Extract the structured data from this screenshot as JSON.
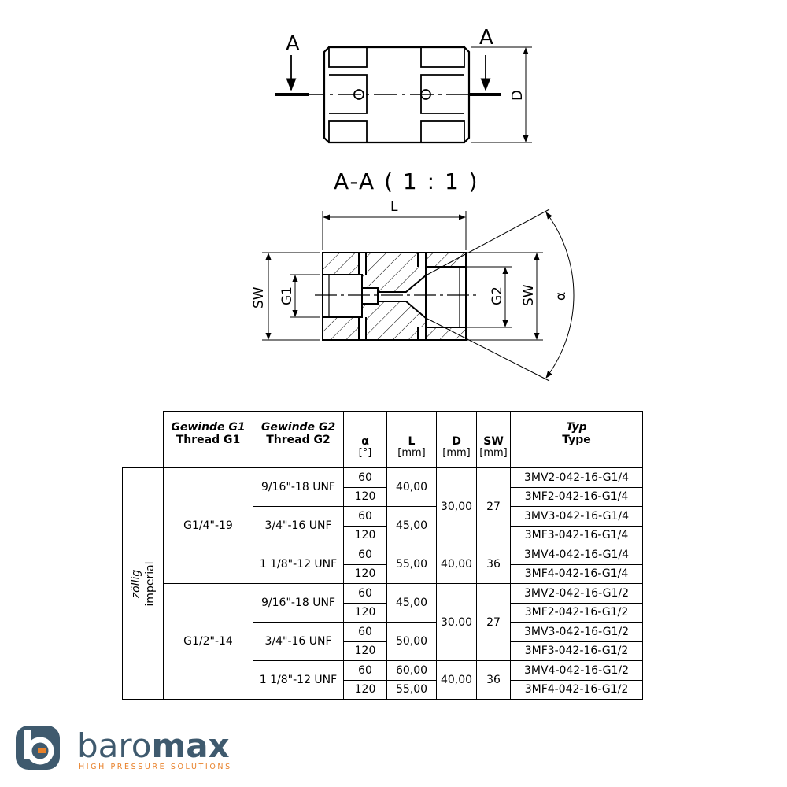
{
  "drawing": {
    "section_marker_left": "A",
    "section_marker_right": "A",
    "dim_D": "D",
    "section_title": "A-A ( 1 : 1 )",
    "dim_L": "L",
    "dim_SW_left": "SW",
    "dim_G1": "G1",
    "dim_G2": "G2",
    "dim_SW_right": "SW",
    "dim_alpha": "α"
  },
  "table": {
    "headers": {
      "g1_de": "Gewinde G1",
      "g1_en": "Thread G1",
      "g2_de": "Gewinde G2",
      "g2_en": "Thread G2",
      "alpha": "α",
      "alpha_unit": "[°]",
      "L": "L",
      "L_unit": "[mm]",
      "D": "D",
      "D_unit": "[mm]",
      "SW": "SW",
      "SW_unit": "[mm]",
      "type_de": "Typ",
      "type_en": "Type"
    },
    "group_de": "zöllig",
    "group_en": "imperial",
    "g1_values": [
      "G1/4\"-19",
      "G1/2\"-14"
    ],
    "g2_values": [
      "9/16\"-18 UNF",
      "3/4\"-16 UNF",
      "1 1/8\"-12 UNF",
      "9/16\"-18 UNF",
      "3/4\"-16 UNF",
      "1 1/8\"-12 UNF"
    ],
    "alpha_values": [
      "60",
      "120",
      "60",
      "120",
      "60",
      "120",
      "60",
      "120",
      "60",
      "120",
      "60",
      "120"
    ],
    "L_values": [
      "40,00",
      "45,00",
      "55,00",
      "45,00",
      "50,00",
      "60,00",
      "55,00"
    ],
    "D_values": [
      "30,00",
      "40,00",
      "30,00",
      "40,00"
    ],
    "SW_values": [
      "27",
      "36",
      "27",
      "36"
    ],
    "types": [
      "3MV2-042-16-G1/4",
      "3MF2-042-16-G1/4",
      "3MV3-042-16-G1/4",
      "3MF3-042-16-G1/4",
      "3MV4-042-16-G1/4",
      "3MF4-042-16-G1/4",
      "3MV2-042-16-G1/2",
      "3MF2-042-16-G1/2",
      "3MV3-042-16-G1/2",
      "3MF3-042-16-G1/2",
      "3MV4-042-16-G1/2",
      "3MF4-042-16-G1/2"
    ]
  },
  "brand": {
    "name_light": "baro",
    "name_bold": "max",
    "tagline": "HIGH PRESSURE SOLUTIONS",
    "colors": {
      "primary": "#3f5a6e",
      "accent": "#e8812a"
    }
  }
}
